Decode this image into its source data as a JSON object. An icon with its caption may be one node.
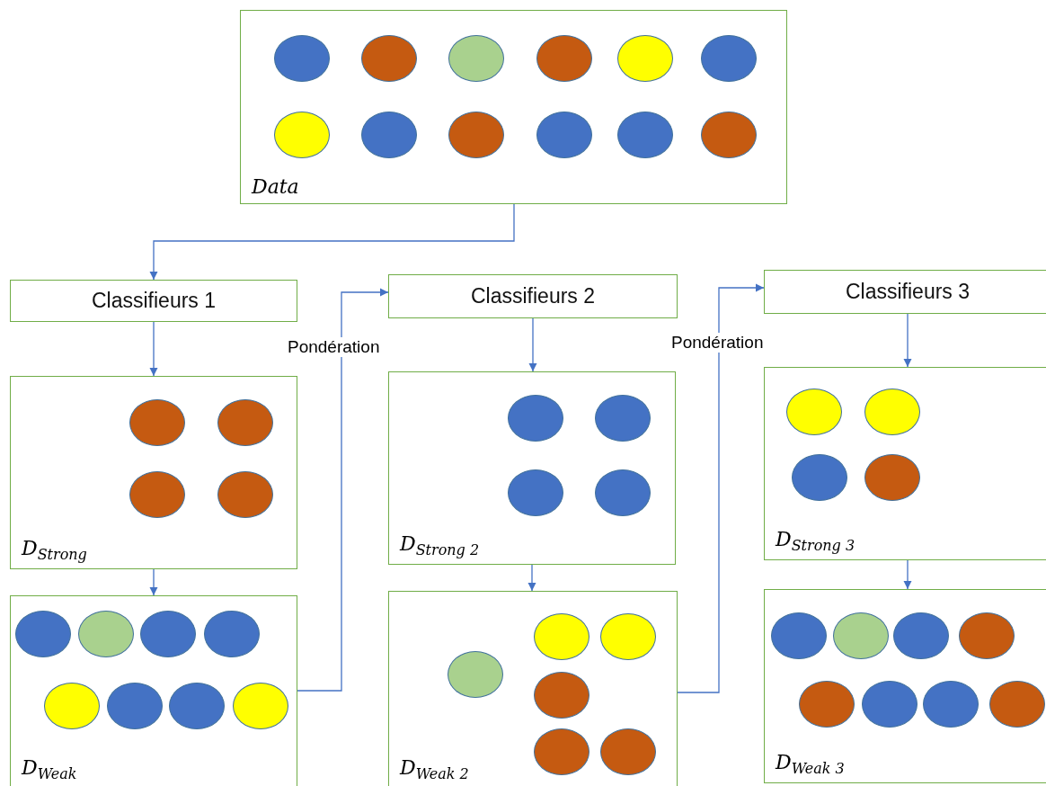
{
  "diagram": {
    "nodes": [
      {
        "text": [
          "Data"
        ]
      },
      {
        "text": [],
        "shape": "circle",
        "in": 0
      },
      {
        "text": [],
        "shape": "circle",
        "in": 0
      },
      {
        "text": [],
        "shape": "circle",
        "in": 0
      },
      {
        "text": [],
        "shape": "circle",
        "in": 0
      },
      {
        "text": [],
        "shape": "circle",
        "in": 0
      },
      {
        "text": [],
        "shape": "circle",
        "in": 0
      },
      {
        "text": [],
        "shape": "circle",
        "in": 0
      },
      {
        "text": [],
        "shape": "circle",
        "in": 0
      },
      {
        "text": [],
        "shape": "circle",
        "in": 0
      },
      {
        "text": [],
        "shape": "circle",
        "in": 0
      },
      {
        "text": [],
        "shape": "circle",
        "in": 0
      },
      {
        "text": [],
        "shape": "circle",
        "in": 0
      },
      {
        "text": [
          "Classifieurs 1"
        ]
      },
      {
        "text": [
          "D$_{Strong}$"
        ]
      },
      {
        "text": [],
        "shape": "circle",
        "in": 14
      },
      {
        "text": [],
        "shape": "circle",
        "in": 14
      },
      {
        "text": [],
        "shape": "circle",
        "in": 14
      },
      {
        "text": [],
        "shape": "circle",
        "in": 14
      },
      {
        "text": [
          "D$_{Weak}$"
        ]
      },
      {
        "text": [],
        "shape": "circle",
        "in": 19
      },
      {
        "text": [],
        "shape": "circle",
        "in": 19
      },
      {
        "text": [],
        "shape": "circle",
        "in": 19
      },
      {
        "text": [],
        "shape": "circle",
        "in": 19
      },
      {
        "text": [],
        "shape": "circle",
        "in": 19
      },
      {
        "text": [],
        "shape": "circle",
        "in": 19
      },
      {
        "text": [],
        "shape": "circle",
        "in": 19
      },
      {
        "text": [],
        "shape": "circle",
        "in": 19
      },
      {
        "text": [
          "Classifieurs 2"
        ]
      },
      {
        "text": [
          "D$_{Strong 2}$"
        ]
      },
      {
        "text": [],
        "shape": "circle",
        "in": 29
      },
      {
        "text": [],
        "shape": "circle",
        "in": 29
      },
      {
        "text": [],
        "shape": "circle",
        "in": 29
      },
      {
        "text": [],
        "shape": "circle",
        "in": 29
      },
      {
        "text": [
          "D$_{Weak 2}$"
        ]
      },
      {
        "text": [],
        "shape": "circle",
        "in": 34
      },
      {
        "text": [],
        "shape": "circle",
        "in": 34
      },
      {
        "text": [],
        "shape": "circle",
        "in": 34
      },
      {
        "text": [],
        "shape": "circle",
        "in": 34
      },
      {
        "text": [],
        "shape": "circle",
        "in": 34
      },
      {
        "text": [],
        "shape": "circle",
        "in": 34
      },
      {
        "text": [
          "Classifieurs 3"
        ]
      },
      {
        "text": [
          "D$_{Strong 3}$"
        ]
      },
      {
        "text": [],
        "shape": "circle",
        "in": 42
      },
      {
        "text": [],
        "shape": "circle",
        "in": 42
      },
      {
        "text": [],
        "shape": "circle",
        "in": 42
      },
      {
        "text": [],
        "shape": "circle",
        "in": 42
      },
      {
        "text": [
          "D$_{Weak 3}$"
        ]
      },
      {
        "text": [],
        "shape": "circle",
        "in": 47
      },
      {
        "text": [],
        "shape": "circle",
        "in": 47
      },
      {
        "text": [],
        "shape": "circle",
        "in": 47
      },
      {
        "text": [],
        "shape": "circle",
        "in": 47
      },
      {
        "text": [],
        "shape": "circle",
        "in": 47
      },
      {
        "text": [],
        "shape": "circle",
        "in": 47
      },
      {
        "text": [],
        "shape": "circle",
        "in": 47
      },
      {
        "text": [],
        "shape": "circle",
        "in": 47
      }
    ],
    "edges": [
      {
        "from": 0,
        "to": 13,
        "arrow": "to"
      },
      {
        "from": 13,
        "to": 14,
        "arrow": "to"
      },
      {
        "from": 14,
        "to": 19,
        "arrow": "to"
      },
      {
        "from": 19,
        "to": 28,
        "arrow": "to",
        "label": "Pondération"
      },
      {
        "from": 28,
        "to": 29,
        "arrow": "to"
      },
      {
        "from": 29,
        "to": 34,
        "arrow": "to"
      },
      {
        "from": 34,
        "to": 41,
        "arrow": "to",
        "label": "Pondération"
      },
      {
        "from": 41,
        "to": 42,
        "arrow": "to"
      },
      {
        "from": 42,
        "to": 47,
        "arrow": "to"
      }
    ]
  }
}
